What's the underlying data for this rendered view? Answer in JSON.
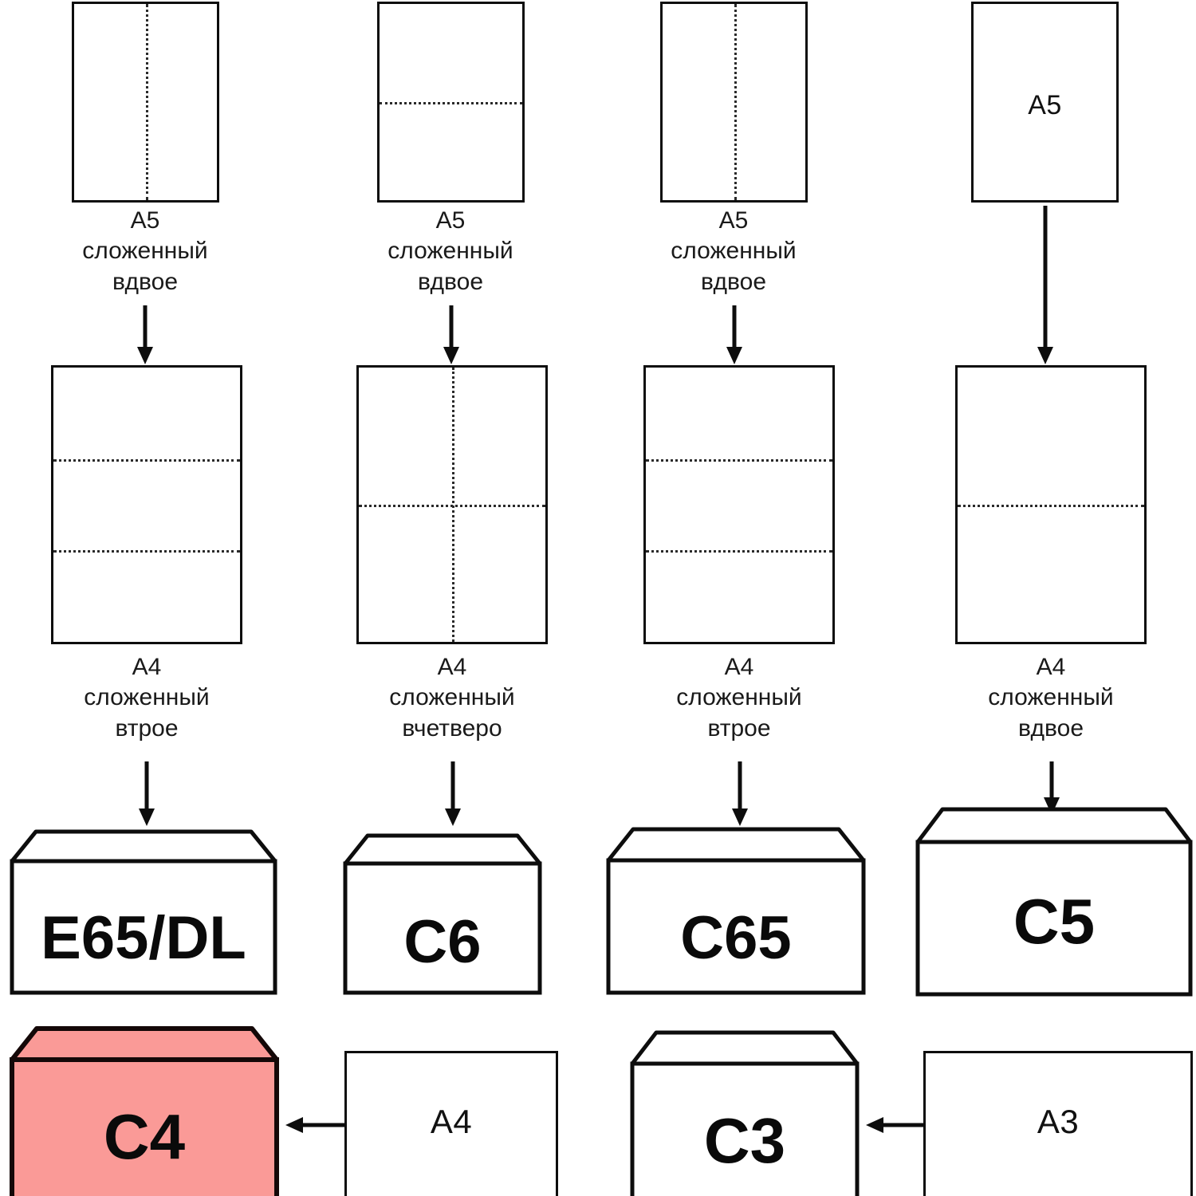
{
  "diagram": {
    "title_text": "",
    "colors": {
      "stroke": "#0d0d0d",
      "highlight_fill": "#FA9A97",
      "background": "#ffffff",
      "fold_line": "#2a2a2a"
    },
    "row1": {
      "sheets": [
        {
          "label_inside": "",
          "caption": "A5\nсложенный\nвдвое",
          "fold": "vertical"
        },
        {
          "label_inside": "",
          "caption": "A5\nсложенный\nвдвое",
          "fold": "horizontal"
        },
        {
          "label_inside": "",
          "caption": "A5\nсложенный\nвдвое",
          "fold": "vertical"
        },
        {
          "label_inside": "A5",
          "caption": "",
          "fold": "none"
        }
      ]
    },
    "row2": {
      "sheets": [
        {
          "label_inside": "",
          "caption": "A4\nсложенный\nвтрое",
          "fold": "thirds"
        },
        {
          "label_inside": "",
          "caption": "A4\nсложенный\nвчетверо",
          "fold": "quarters"
        },
        {
          "label_inside": "",
          "caption": "A4\nсложенный\nвтрое",
          "fold": "thirds"
        },
        {
          "label_inside": "",
          "caption": "A4\nсложенный\nвдвое",
          "fold": "horizontal"
        }
      ]
    },
    "row3": {
      "envelopes": [
        {
          "label": "E65/DL",
          "highlighted": false
        },
        {
          "label": "C6",
          "highlighted": false
        },
        {
          "label": "C65",
          "highlighted": false
        },
        {
          "label": "C5",
          "highlighted": false
        }
      ]
    },
    "row4": {
      "items": [
        {
          "label": "C4",
          "kind": "envelope",
          "highlighted": true
        },
        {
          "label": "A4",
          "kind": "sheet",
          "highlighted": false
        },
        {
          "label": "C3",
          "kind": "envelope",
          "highlighted": false
        },
        {
          "label": "A3",
          "kind": "sheet",
          "highlighted": false
        }
      ]
    }
  }
}
